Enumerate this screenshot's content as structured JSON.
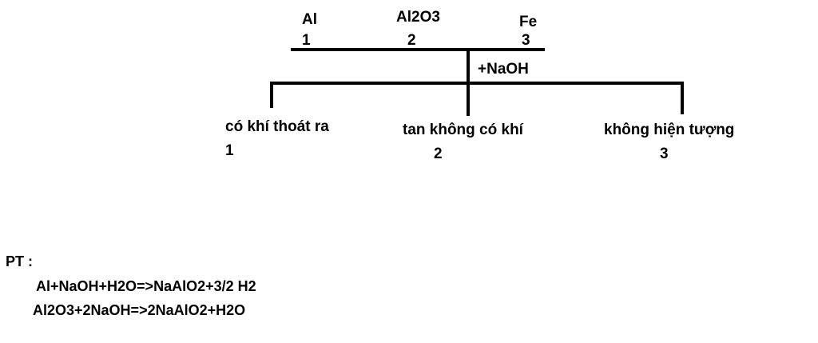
{
  "samples": [
    {
      "name": "Al",
      "number": "1"
    },
    {
      "name": "Al2O3",
      "number": "2"
    },
    {
      "name": "Fe",
      "number": "3"
    }
  ],
  "reagent": "+NaOH",
  "results": [
    {
      "observation": "có khí thoát ra",
      "number": "1"
    },
    {
      "observation": "tan không có khí",
      "number": "2"
    },
    {
      "observation": "không hiện tượng",
      "number": "3"
    }
  ],
  "equations": {
    "heading": "PT :",
    "lines": [
      "Al+NaOH+H2O=>NaAlO2+3/2 H2",
      "Al2O3+2NaOH=>2NaAlO2+H2O"
    ]
  }
}
